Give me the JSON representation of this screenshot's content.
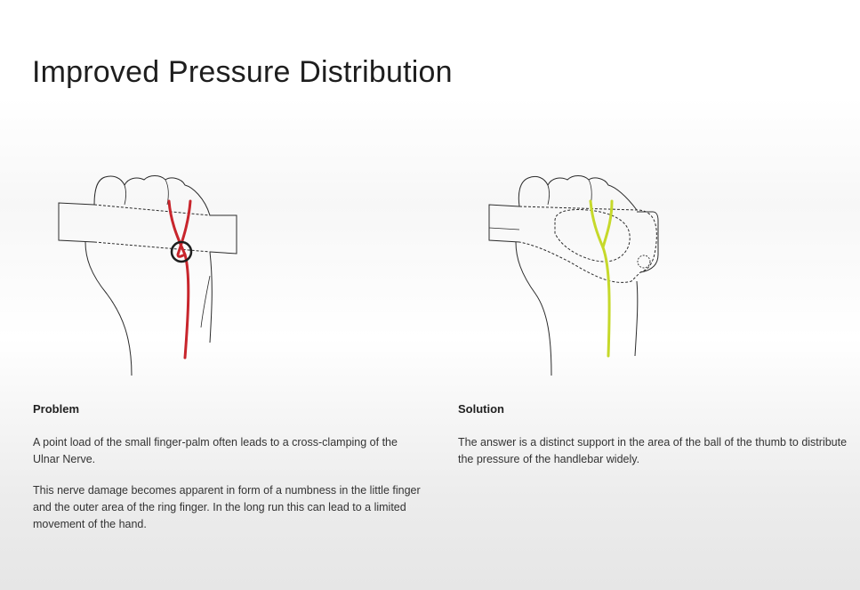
{
  "page": {
    "title": "Improved Pressure Distribution"
  },
  "colors": {
    "nerve_problem": "#c8252c",
    "nerve_solution": "#c6d92a",
    "outline": "#2b2b2b",
    "text": "#333333"
  },
  "problem": {
    "heading": "Problem",
    "paragraphs": [
      "A point load of the small finger-palm often leads to a cross-clamping of the Ulnar Nerve.",
      "This nerve damage becomes apparent in form of a numbness in the little finger and the outer area of the ring finger. In the long run this can lead to a limited movement of the hand."
    ]
  },
  "solution": {
    "heading": "Solution",
    "paragraphs": [
      "The answer is a distinct support in the area of the ball of the thumb to distribute the pressure of the handlebar widely."
    ]
  }
}
